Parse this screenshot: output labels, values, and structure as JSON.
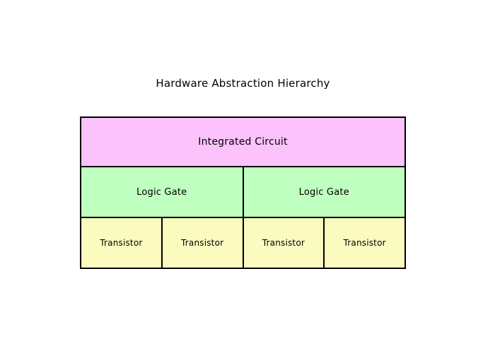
{
  "diagram": {
    "title": "Hardware Abstraction Hierarchy",
    "type": "nested-hierarchy",
    "colors": {
      "integrated_circuit": "#fbc2fb",
      "logic_gate": "#bfffbf",
      "transistor": "#fbfbc0",
      "border": "#000000",
      "background": "#ffffff",
      "text": "#000000"
    },
    "levels": [
      {
        "name": "integrated-circuit",
        "cells": [
          {
            "label": "Integrated Circuit"
          }
        ]
      },
      {
        "name": "logic-gate",
        "cells": [
          {
            "label": "Logic Gate"
          },
          {
            "label": "Logic Gate"
          }
        ]
      },
      {
        "name": "transistor",
        "cells": [
          {
            "label": "Transistor"
          },
          {
            "label": "Transistor"
          },
          {
            "label": "Transistor"
          },
          {
            "label": "Transistor"
          }
        ]
      }
    ]
  }
}
